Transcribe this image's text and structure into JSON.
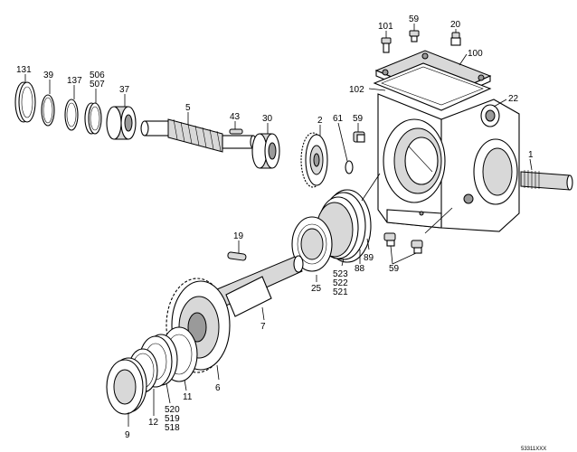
{
  "diagram": {
    "callouts": [
      "131",
      "39",
      "137",
      "506",
      "507",
      "37",
      "5",
      "43",
      "30",
      "2",
      "61",
      "59",
      "101",
      "59",
      "20",
      "100",
      "102",
      "22",
      "1",
      "19",
      "25",
      "523",
      "522",
      "521",
      "88",
      "89",
      "59",
      "7",
      "6",
      "11",
      "520",
      "519",
      "518",
      "12",
      "9"
    ],
    "footer_code": "53311XXX"
  }
}
